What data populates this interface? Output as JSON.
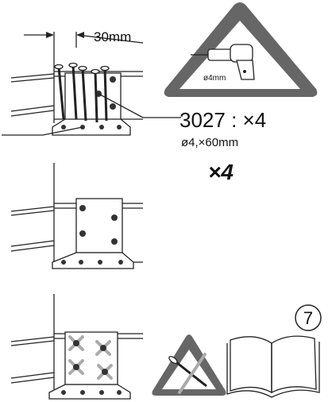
{
  "step": {
    "dimension_label": "30mm",
    "drill_bit_label": "ø4mm",
    "part_code": "3027 : ×4",
    "part_spec": "ø4,×60mm",
    "repeat_label": "×4",
    "page_number": "7"
  },
  "colors": {
    "warning_triangle": "#666666",
    "cross_mark": "#aaaaaa",
    "line": "#222222",
    "bracket_fill": "#ffffff"
  },
  "icons": [
    "drill-icon",
    "no-screwdriver-icon",
    "manual-book-icon",
    "screw-icon"
  ]
}
